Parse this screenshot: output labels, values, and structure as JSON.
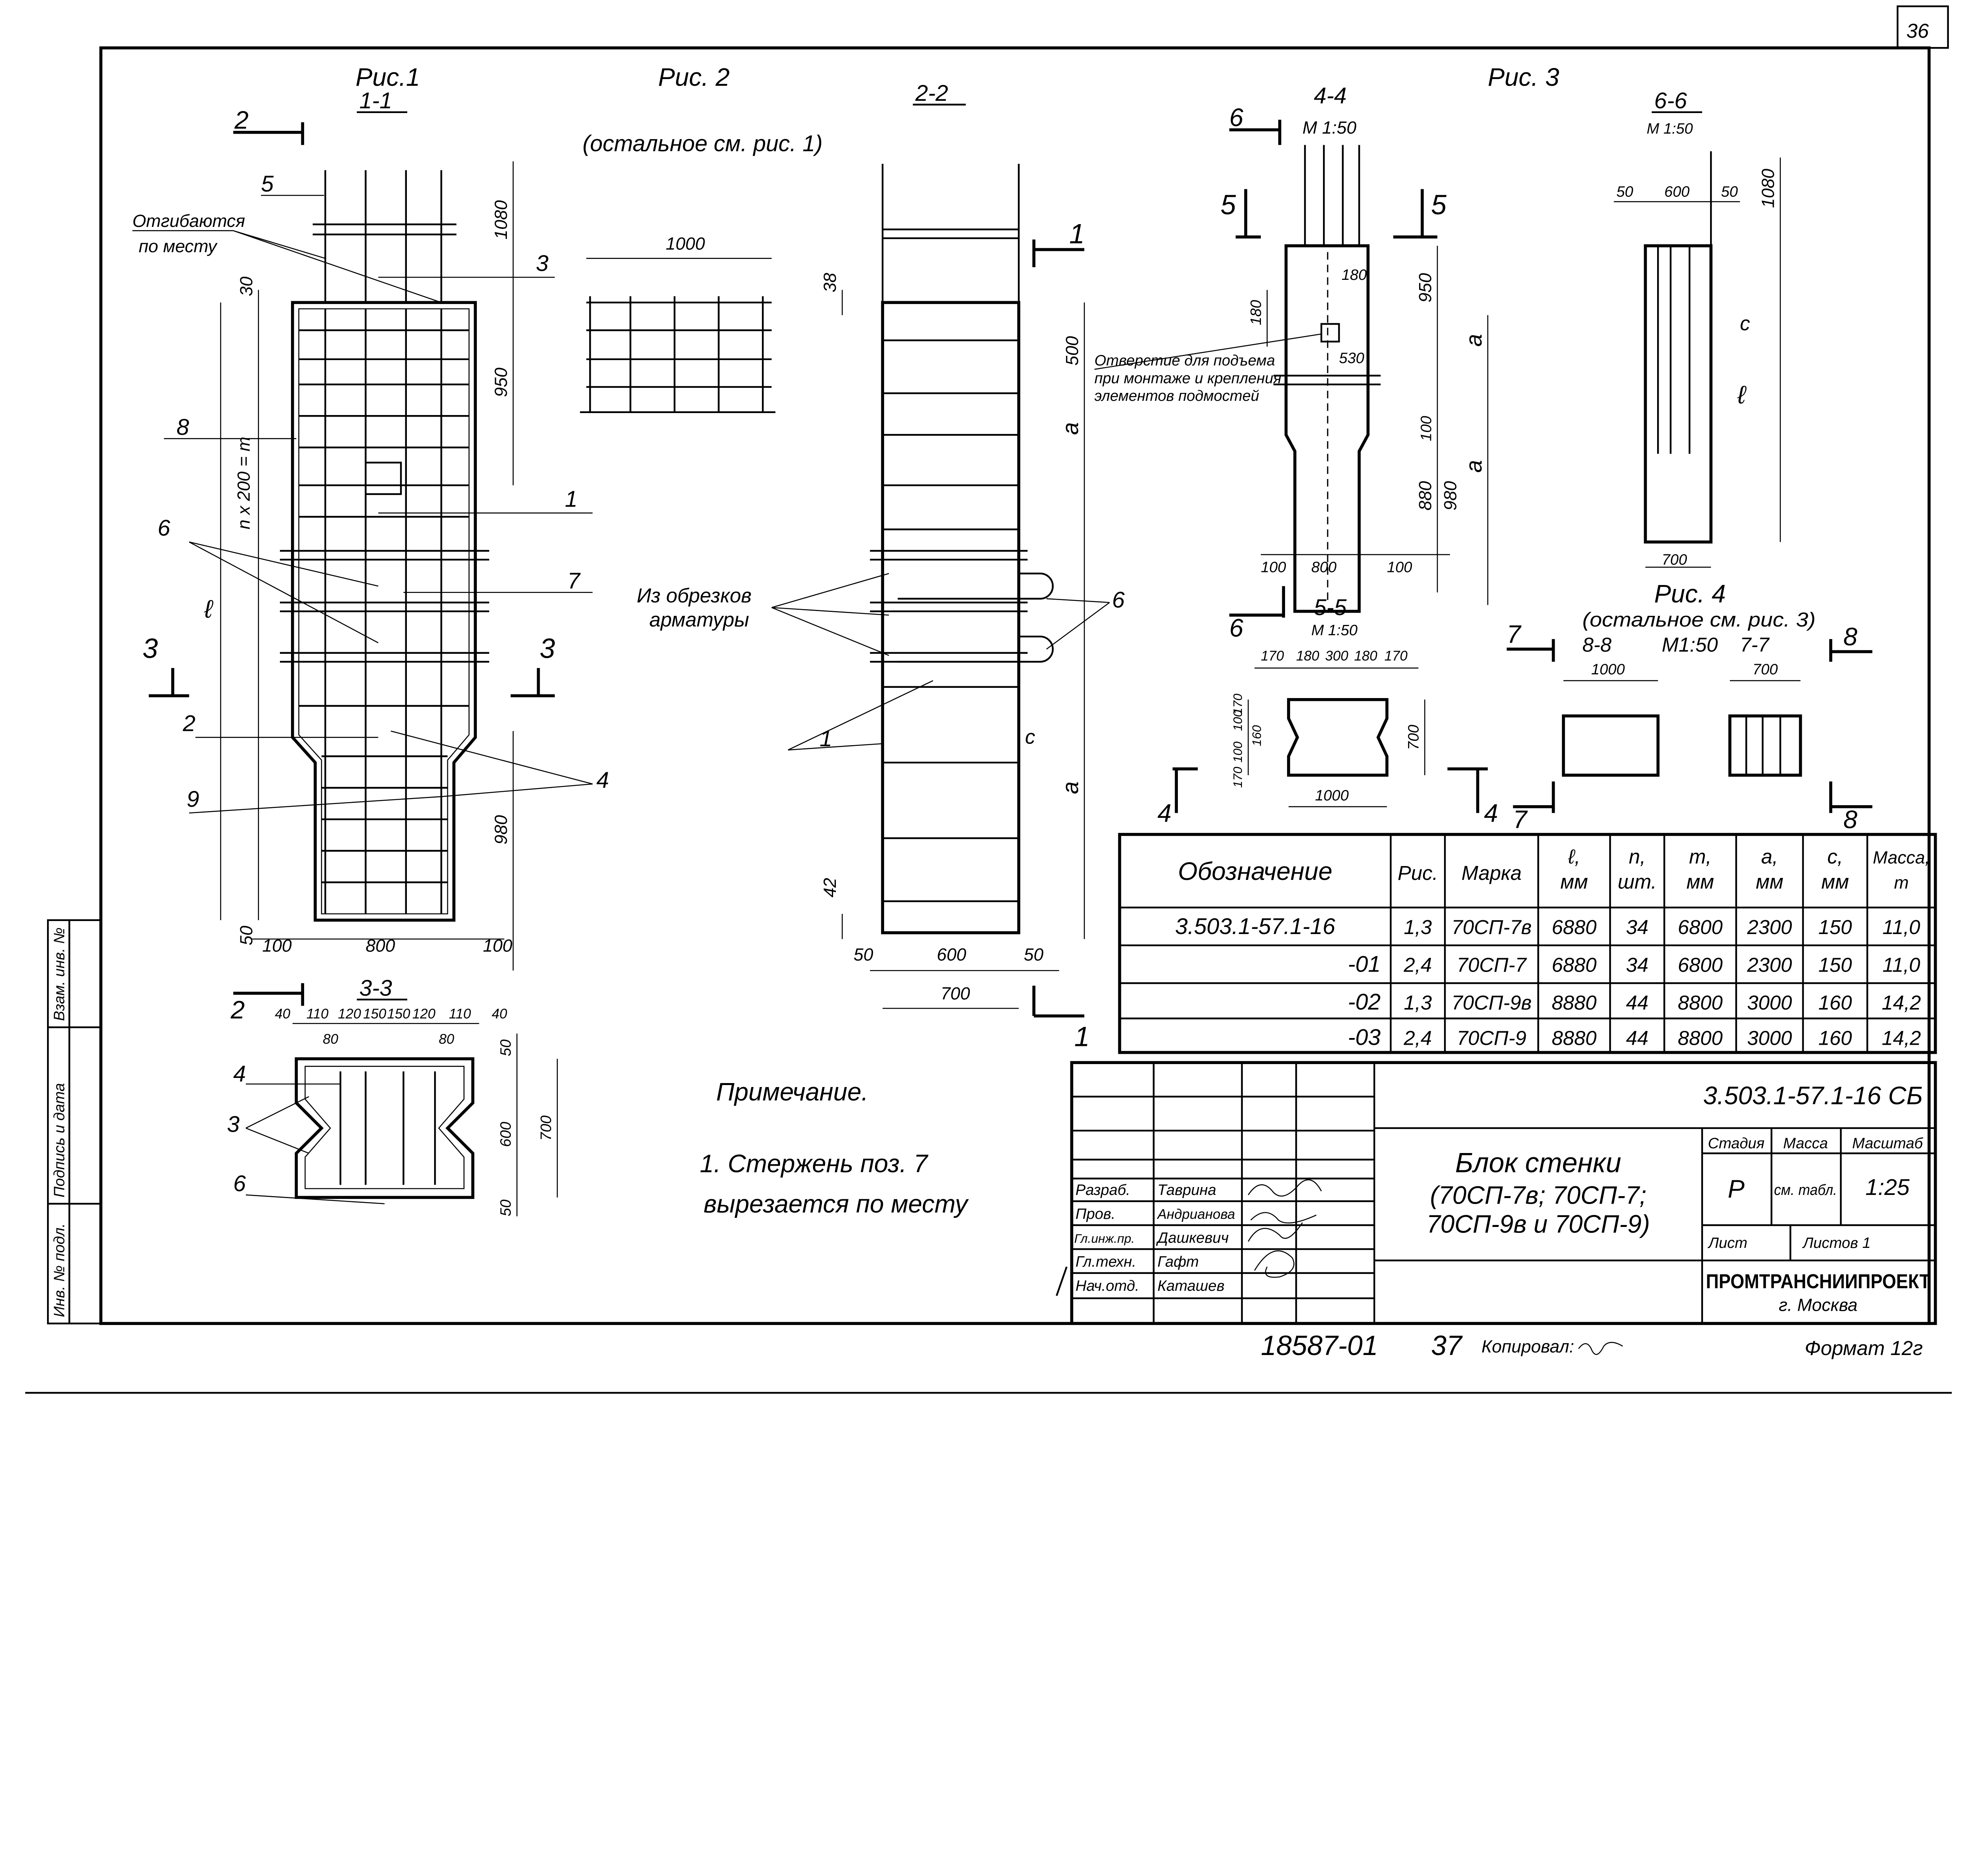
{
  "sheet_number": "36",
  "figures": {
    "fig1": {
      "title": "Рис.1",
      "section": "1-1",
      "bent_note_1": "Отгибаются",
      "bent_note_2": "по месту",
      "nm_label": "n x 200 = m",
      "l_label": "ℓ"
    },
    "fig2": {
      "title": "Рис. 2",
      "note": "(остальное см. рис. 1)",
      "section": "2-2",
      "scrap_note_1": "Из обрезков",
      "scrap_note_2": "арматуры"
    },
    "fig3": {
      "title": "Рис. 3",
      "section_44": "4-4",
      "scale_44": "М 1:50",
      "section_66": "6-6",
      "scale_66": "М 1:50",
      "section_55": "5-5",
      "scale_55": "М 1:50",
      "hole_note_1": "Отверстие для подъема",
      "hole_note_2": "при монтаже и крепления",
      "hole_note_3": "элементов подмостей"
    },
    "fig4": {
      "title": "Рис. 4",
      "note": "(остальное см. рис. 3)",
      "section_88": "8-8",
      "scale": "М1:50",
      "section_77": "7-7"
    },
    "section_33": "3-3"
  },
  "cut_marks": [
    "2",
    "2",
    "3",
    "3",
    "1",
    "1",
    "5",
    "5",
    "6",
    "6",
    "4",
    "4",
    "7",
    "7",
    "8",
    "8"
  ],
  "position_marks": [
    "5",
    "3",
    "8",
    "1",
    "6",
    "7",
    "2",
    "4",
    "9",
    "6",
    "1",
    "4",
    "3",
    "6"
  ],
  "dimensions": {
    "fig1": [
      "1080",
      "950",
      "30",
      "980",
      "50",
      "100",
      "800",
      "100"
    ],
    "fig2": [
      "1000"
    ],
    "fig22": [
      "38",
      "500",
      "a",
      "a",
      "c",
      "42",
      "50",
      "600",
      "50",
      "700"
    ],
    "fig44": [
      "180",
      "180",
      "950",
      "a",
      "530",
      "100",
      "880",
      "980",
      "a",
      "100",
      "800",
      "100"
    ],
    "fig66": [
      "50",
      "600",
      "50",
      "1080",
      "c",
      "ℓ",
      "700"
    ],
    "fig55": [
      "170",
      "180",
      "300",
      "180",
      "170",
      "700",
      "1000",
      "170",
      "100",
      "160",
      "100",
      "170"
    ],
    "fig88": [
      "1000"
    ],
    "fig77": [
      "700"
    ],
    "fig33": [
      "40",
      "110",
      "120",
      "150",
      "150",
      "120",
      "110",
      "40",
      "80",
      "80",
      "50",
      "600",
      "50",
      "700"
    ]
  },
  "table": {
    "headers": [
      "Обозначение",
      "Рис.",
      "Марка",
      "ℓ, мм",
      "n, шт.",
      "m, мм",
      "a, мм",
      "c, мм",
      "Масса, т"
    ],
    "rows": [
      [
        "3.503.1-57.1-16",
        "1,3",
        "70СП-7в",
        "6880",
        "34",
        "6800",
        "2300",
        "150",
        "11,0"
      ],
      [
        "-01",
        "2,4",
        "70СП-7",
        "6880",
        "34",
        "6800",
        "2300",
        "150",
        "11,0"
      ],
      [
        "-02",
        "1,3",
        "70СП-9в",
        "8880",
        "44",
        "8800",
        "3000",
        "160",
        "14,2"
      ],
      [
        "-03",
        "2,4",
        "70СП-9",
        "8880",
        "44",
        "8800",
        "3000",
        "160",
        "14,2"
      ]
    ]
  },
  "note": {
    "title": "Примечание.",
    "line1": "1. Стержень поз. 7",
    "line2": "вырезается по месту"
  },
  "title_block": {
    "code": "3.503.1-57.1-16 СБ",
    "name_line1": "Блок стенки",
    "name_line2": "(70СП-7в; 70СП-7;",
    "name_line3": "70СП-9в и 70СП-9)",
    "stage_label": "Стадия",
    "mass_label": "Масса",
    "scale_label": "Масштаб",
    "stage": "Р",
    "mass": "см. табл.",
    "scale": "1:25",
    "sheet_label": "Лист",
    "sheets_label": "Листов 1",
    "company": "ПРОМТРАНСНИИПРОЕКТ",
    "city": "г. Москва",
    "signers": [
      {
        "role": "Разраб.",
        "name": "Таврина"
      },
      {
        "role": "Пров.",
        "name": "Андрианова"
      },
      {
        "role": "Гл.инж.пр.",
        "name": "Дашкевич"
      },
      {
        "role": "Гл.техн.",
        "name": "Гафт"
      },
      {
        "role": "Нач.отд.",
        "name": "Каташев"
      }
    ]
  },
  "side_stamp": [
    "Инв. № подл.",
    "Подпись и дата",
    "Взам. инв. №"
  ],
  "footer": {
    "archive_no": "18587-01",
    "page": "37",
    "copied_label": "Копировал:",
    "format": "Формат 12г"
  }
}
